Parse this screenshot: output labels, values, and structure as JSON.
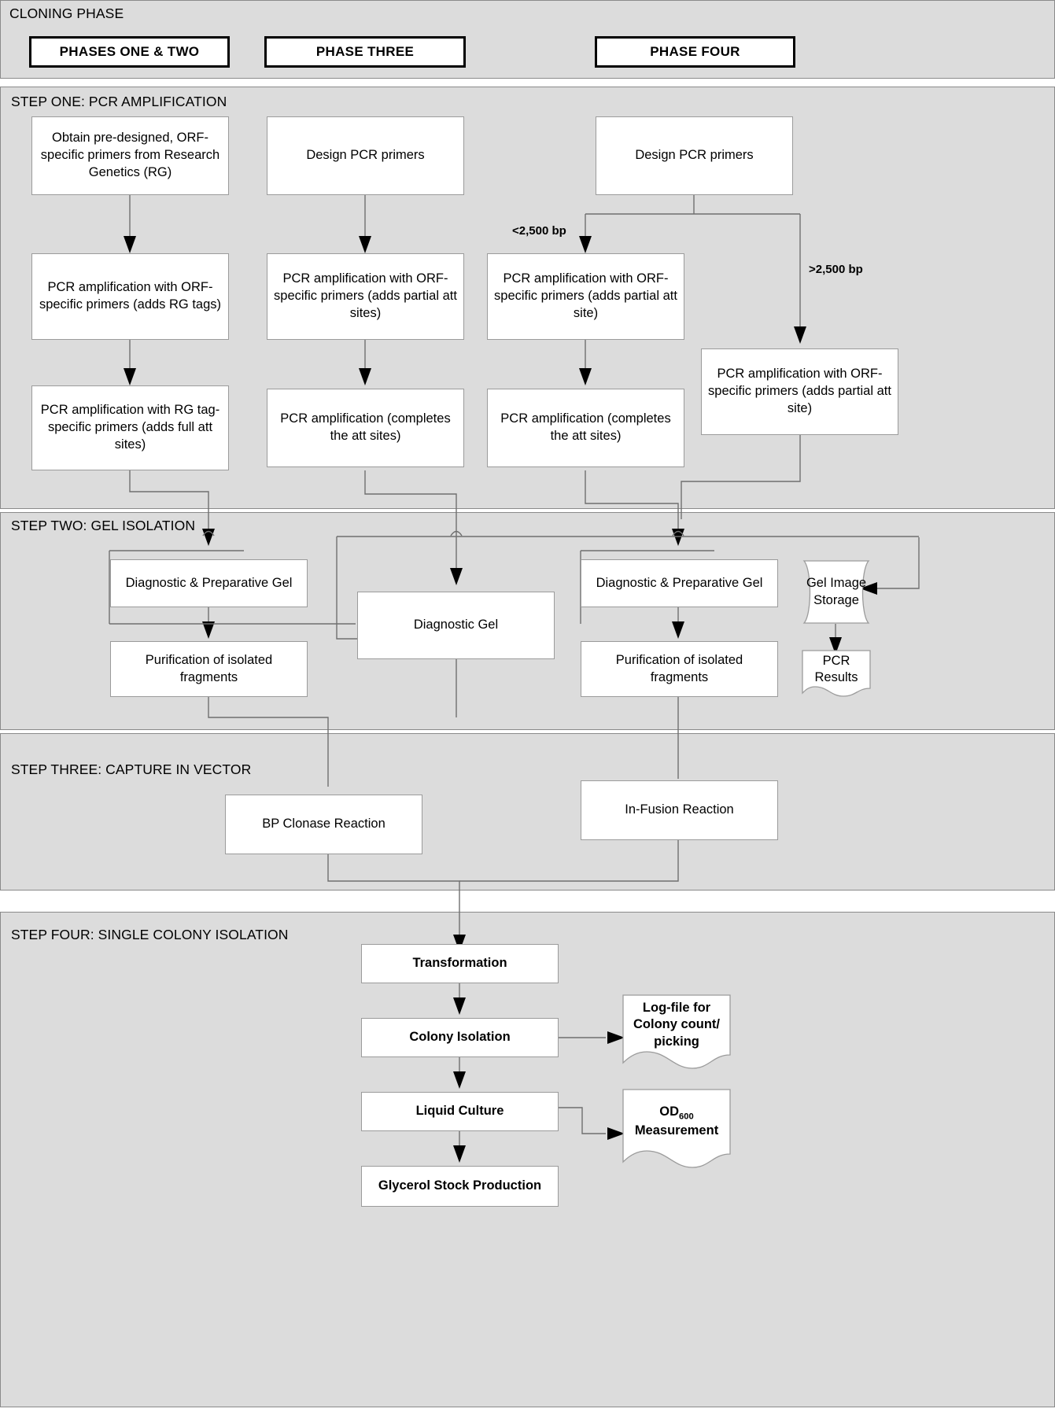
{
  "diagram": {
    "title": "CLONING PHASE",
    "phases": [
      {
        "label": "PHASES ONE & TWO"
      },
      {
        "label": "PHASE THREE"
      },
      {
        "label": "PHASE FOUR"
      }
    ],
    "steps": [
      {
        "title": "STEP ONE:  PCR AMPLIFICATION"
      },
      {
        "title": "STEP TWO:  GEL ISOLATION"
      },
      {
        "title": "STEP THREE:  CAPTURE IN VECTOR"
      },
      {
        "title": "STEP FOUR:  SINGLE COLONY ISOLATION"
      }
    ],
    "step_one": {
      "nodes": [
        {
          "id": "p12-design",
          "text": "Obtain pre-designed, ORF-specific primers from Research Genetics (RG)"
        },
        {
          "id": "p3-design",
          "text": "Design PCR primers"
        },
        {
          "id": "p4-design",
          "text": "Design PCR primers"
        },
        {
          "id": "p12-pcr1",
          "text": "PCR amplification with ORF-specific primers (adds RG tags)"
        },
        {
          "id": "p3-pcr1",
          "text": "PCR amplification with ORF-specific primers (adds partial att sites)"
        },
        {
          "id": "p4-small-pcr1",
          "text": "PCR amplification with ORF-specific primers (adds partial att site)"
        },
        {
          "id": "p4-large-pcr1",
          "text": "PCR amplification with ORF-specific primers (adds partial att site)"
        },
        {
          "id": "p12-pcr2",
          "text": "PCR amplification with RG tag-specific  primers (adds full att sites)"
        },
        {
          "id": "p3-pcr2",
          "text": "PCR amplification (completes the att sites)"
        },
        {
          "id": "p4-pcr2",
          "text": "PCR amplification (completes the att sites)"
        }
      ],
      "edge_labels": [
        {
          "id": "small-fragment",
          "text": "<2,500 bp"
        },
        {
          "id": "large-fragment",
          "text": ">2,500 bp"
        }
      ]
    },
    "step_two": {
      "nodes": [
        {
          "id": "diag-prep-gel-left",
          "text": "Diagnostic & Preparative Gel"
        },
        {
          "id": "diagnostic-gel",
          "text": "Diagnostic Gel"
        },
        {
          "id": "diag-prep-gel-right",
          "text": "Diagnostic & Preparative Gel"
        },
        {
          "id": "purification-left",
          "text": "Purification of isolated fragments"
        },
        {
          "id": "purification-right",
          "text": "Purification of isolated fragments"
        }
      ],
      "documents": [
        {
          "id": "gel-image-storage",
          "text": "Gel Image Storage"
        },
        {
          "id": "pcr-results",
          "text": "PCR Results"
        }
      ]
    },
    "step_three": {
      "nodes": [
        {
          "id": "bp-clonase",
          "text": "BP Clonase Reaction"
        },
        {
          "id": "in-fusion",
          "text": "In-Fusion Reaction"
        }
      ]
    },
    "step_four": {
      "nodes": [
        {
          "id": "transformation",
          "text": "Transformation"
        },
        {
          "id": "colony-isolation",
          "text": "Colony Isolation"
        },
        {
          "id": "liquid-culture",
          "text": "Liquid Culture"
        },
        {
          "id": "glycerol-stock",
          "text": "Glycerol Stock Production"
        }
      ],
      "documents": [
        {
          "id": "log-file",
          "text": "Log-file for Colony count/ picking"
        },
        {
          "id": "od600",
          "text_html": "OD<sub>600</sub> Measurement",
          "text": "OD600 Measurement"
        }
      ]
    },
    "colors": {
      "panel_fill": "#dcdcdc",
      "panel_border": "#8a8a8a",
      "node_fill": "#ffffff",
      "node_border": "#9b9b9b",
      "connector": "#6f6f6f",
      "arrow": "#000000",
      "page_background": "#ffffff"
    }
  }
}
